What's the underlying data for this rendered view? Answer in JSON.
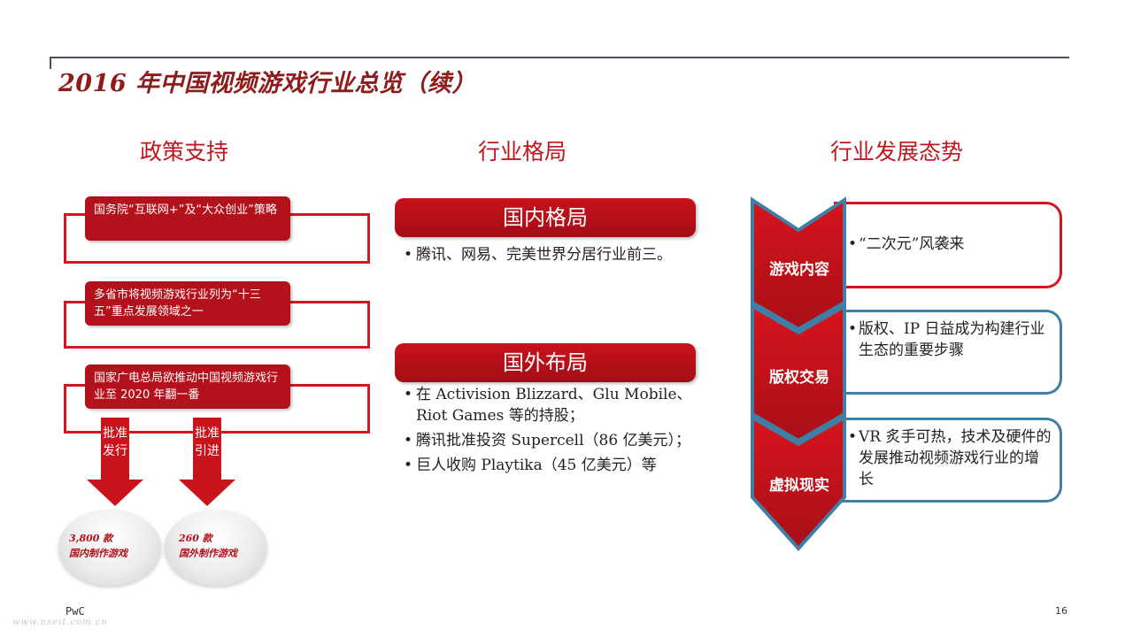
{
  "title": "2016 年中国视频游戏行业总览（续）",
  "columns": {
    "policy": "政策支持",
    "industry": "行业格局",
    "trend": "行业发展态势"
  },
  "policy": {
    "items": [
      "国务院“互联网+”及“大众创业”策略",
      "多省市将视频游戏行业列为“十三五”重点发展领域之一",
      "国家广电总局欲推动中国视频游戏行业至 2020 年翻一番"
    ],
    "arrows": [
      {
        "label": "批准发行"
      },
      {
        "label": "批准引进"
      }
    ],
    "ovals": [
      {
        "line1": "3,800 款",
        "line2": "国内制作游戏"
      },
      {
        "line1": "260 款",
        "line2": "国外制作游戏"
      }
    ]
  },
  "industry": {
    "domestic": {
      "heading": "国内格局",
      "bullets": [
        "腾讯、网易、完美世界分居行业前三。"
      ]
    },
    "foreign": {
      "heading": "国外布局",
      "bullets": [
        "在 Activision Blizzard、Glu Mobile、Riot Games 等的持股；",
        "腾讯批准投资 Supercell（86 亿美元）；",
        "巨人收购 Playtika（45 亿美元）等"
      ]
    }
  },
  "trends": [
    {
      "label": "游戏内容",
      "text": "“二次元”风袭来"
    },
    {
      "label": "版权交易",
      "text": "版权、IP 日益成为构建行业生态的重要步骤"
    },
    {
      "label": "虚拟现实",
      "text": "VR 炙手可热，技术及硬件的发展推动视频游戏行业的增长"
    }
  ],
  "bullet_char": "•",
  "footer": {
    "source": "PwC",
    "page": "16",
    "watermark": "www.useit.com.cn"
  },
  "colors": {
    "red": "#c0171e",
    "dark_red": "#b3111b",
    "blue": "#3f7fa6",
    "title": "#8f1b1b"
  }
}
